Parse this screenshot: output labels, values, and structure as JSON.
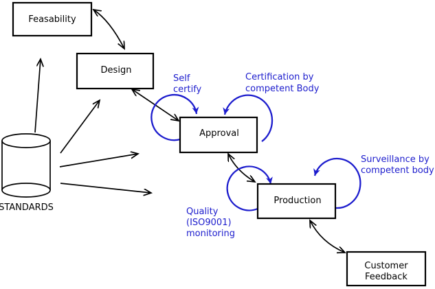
{
  "colors": {
    "annotation_blue": "#1c1ccd",
    "line_black": "#000000",
    "background": "#ffffff"
  },
  "nodes": {
    "feasability": "Feasability",
    "design": "Design",
    "approval": "Approval",
    "production": "Production",
    "customer_feedback": [
      "Customer",
      "Feedback"
    ],
    "standards": "STANDARDS"
  },
  "annotations": {
    "self_certify": [
      "Self",
      "certify"
    ],
    "certification": [
      "Certification by",
      "competent Body"
    ],
    "surveillance": [
      "Surveillance by",
      "competent body"
    ],
    "quality": [
      "Quality",
      "(ISO9001)",
      "monitoring"
    ]
  }
}
